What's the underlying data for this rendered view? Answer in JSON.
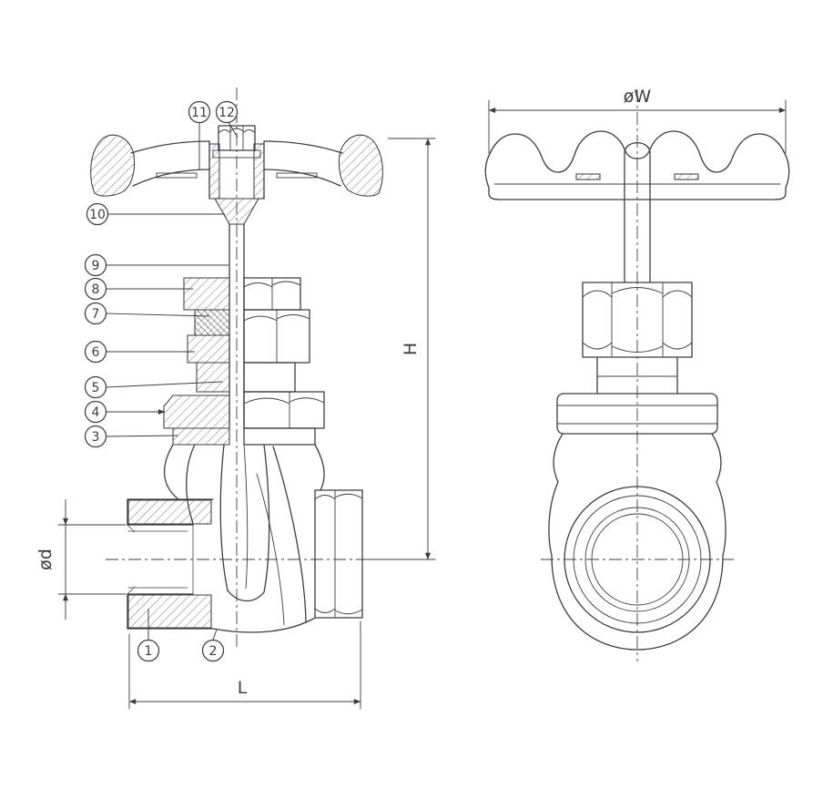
{
  "drawing": {
    "subject": "Gate valve engineering drawing: sectional front view with part callouts and side elevation view",
    "background": "#ffffff",
    "line_color": "#3b3d45"
  },
  "dims": {
    "w": "øW",
    "h": "H",
    "d": "ød",
    "l": "L"
  },
  "callouts": {
    "n1": "1",
    "n2": "2",
    "n3": "3",
    "n4": "4",
    "n5": "5",
    "n6": "6",
    "n7": "7",
    "n8": "8",
    "n9": "9",
    "n10": "10",
    "n11": "11",
    "n12": "12"
  }
}
